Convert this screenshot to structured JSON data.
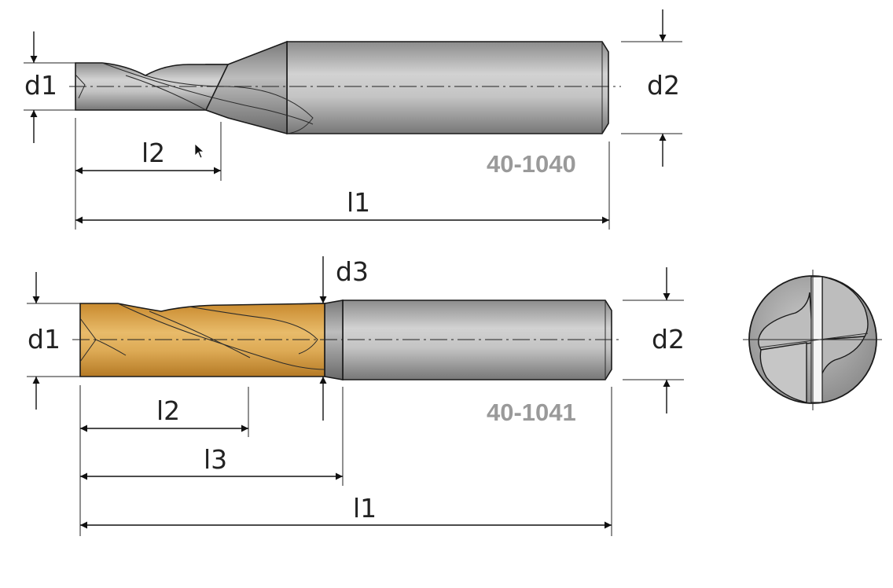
{
  "tool_top": {
    "code": "40-1040",
    "labels": {
      "d1": "d1",
      "d2": "d2",
      "l1": "l1",
      "l2": "l2"
    }
  },
  "tool_bottom": {
    "code": "40-1041",
    "labels": {
      "d1": "d1",
      "d2": "d2",
      "d3": "d3",
      "l1": "l1",
      "l2": "l2",
      "l3": "l3"
    }
  },
  "colors": {
    "shank": "#b4b4b4",
    "coating": "#d7a24a",
    "text_code": "#9a9a9a"
  }
}
